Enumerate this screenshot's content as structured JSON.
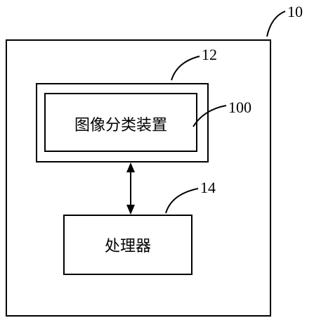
{
  "device": {
    "ref": "10"
  },
  "storage": {
    "ref": "12"
  },
  "image_classifier": {
    "ref": "100",
    "label": "图像分类装置"
  },
  "processor": {
    "ref": "14",
    "label": "处理器"
  }
}
